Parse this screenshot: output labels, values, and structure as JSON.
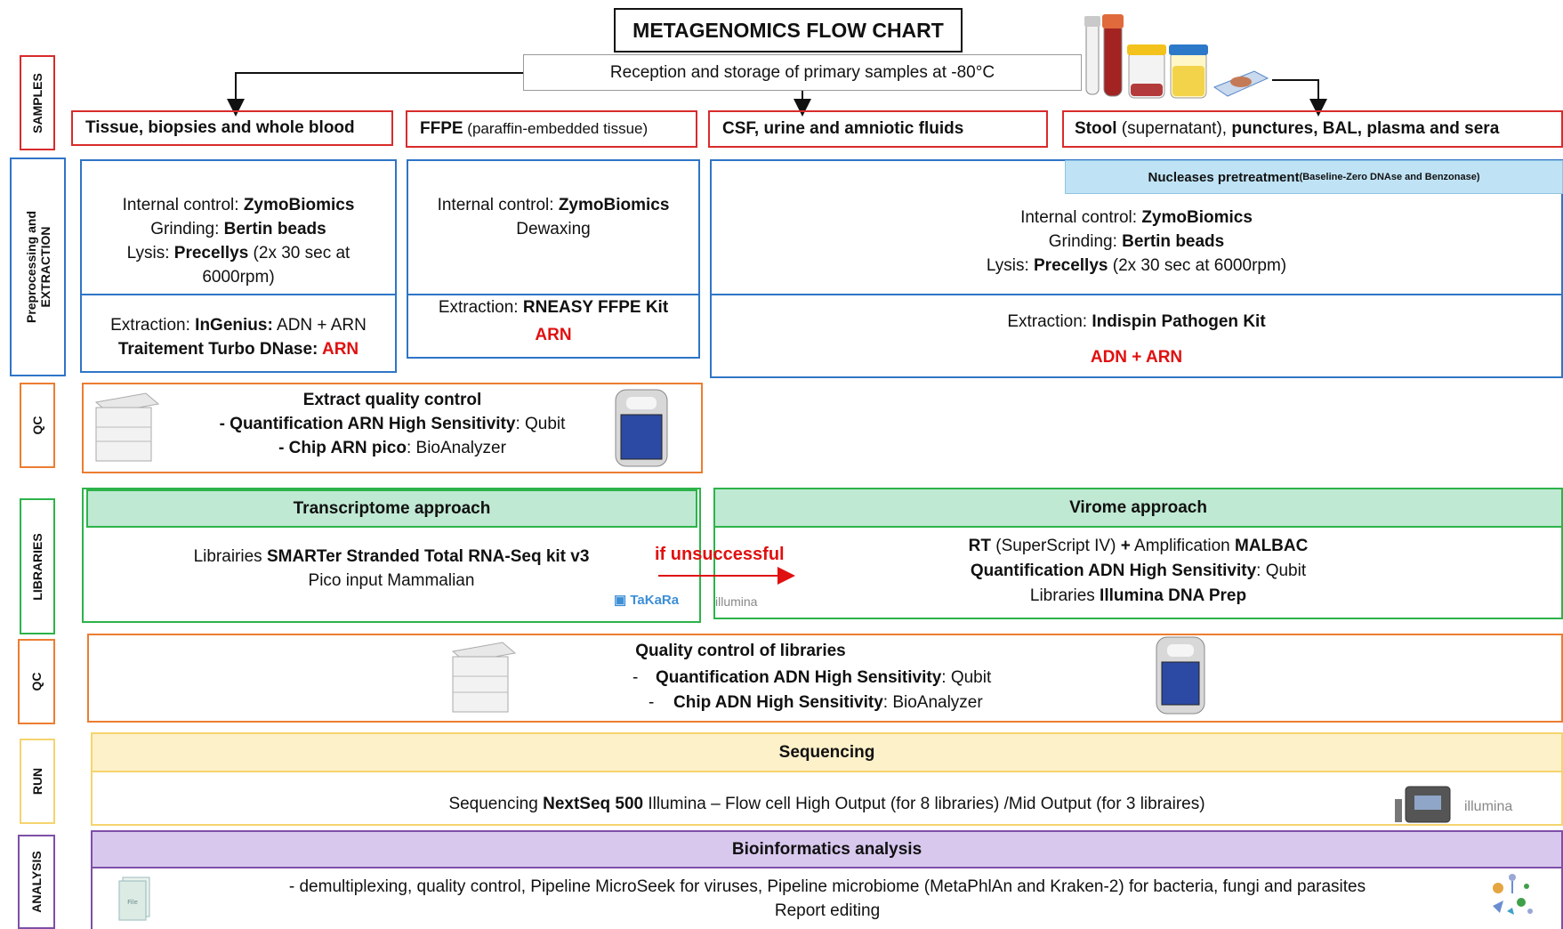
{
  "title": "METAGENOMICS FLOW CHART",
  "reception": "Reception and storage of primary samples at -80°C",
  "side_labels": {
    "samples": "SAMPLES",
    "extraction_line1": "Preprocessing and",
    "extraction_line2": "EXTRACTION",
    "qc1": "QC",
    "libraries": "LIBRARIES",
    "qc2": "QC",
    "run": "RUN",
    "analysis": "ANALYSIS"
  },
  "samples": {
    "s1_bold": "Tissue, biopsies and whole blood",
    "s2_bold": "FFPE",
    "s2_rest": " (paraffin-embedded tissue)",
    "s3_bold": "CSF, urine and amniotic fluids",
    "s4_a": "Stool",
    "s4_b": " (supernatant), ",
    "s4_c": "punctures, BAL, plasma and sera"
  },
  "extraction": {
    "col1": {
      "ic_label": "Internal control: ",
      "ic_value": "ZymoBiomics",
      "grind_label": "Grinding: ",
      "grind_value": "Bertin beads",
      "lysis_label": "Lysis: ",
      "lysis_value": "Precellys",
      "lysis_rest_1": " (2x 30 sec at",
      "lysis_rest_2": "6000rpm)",
      "ext_label": "Extraction: ",
      "ext_value": "InGenius:",
      "ext_rest": " ADN + ARN",
      "dnase_label": "Traitement Turbo DNase: ",
      "dnase_value": "ARN"
    },
    "col2": {
      "ic_label": "Internal control: ",
      "ic_value": "ZymoBiomics",
      "dewax": "Dewaxing",
      "ext_label": "Extraction: ",
      "ext_value": "RNEASY FFPE Kit",
      "result": "ARN"
    },
    "col3": {
      "nuclease_bold": "Nucleases pretreatment",
      "nuclease_small": " (Baseline-Zero DNAse and Benzonase)",
      "ic_label": "Internal control: ",
      "ic_value": "ZymoBiomics",
      "grind_label": "Grinding: ",
      "grind_value": "Bertin beads",
      "lysis_label": "Lysis: ",
      "lysis_value": "Precellys",
      "lysis_rest": " (2x 30 sec at 6000rpm)",
      "ext_label": "Extraction: ",
      "ext_value": "Indispin Pathogen Kit",
      "result": "ADN + ARN"
    }
  },
  "qc1": {
    "title": "Extract quality control",
    "line1_prefix": "- ",
    "line1_bold": "Quantification ARN High Sensitivity",
    "line1_rest": ": Qubit",
    "line2_prefix": "- ",
    "line2_bold": "Chip ARN pico",
    "line2_rest": ": BioAnalyzer"
  },
  "libraries": {
    "transcriptome_title": "Transcriptome approach",
    "t_line1_a": "Librairies ",
    "t_line1_b": "SMARTer Stranded Total RNA-Seq kit v3",
    "t_line2": "Pico input Mammalian",
    "takara": "TaKaRa",
    "if_unsuccessful": "if unsuccessful",
    "illumina1": "illumina",
    "virome_title": "Virome approach",
    "v_line1_a": "RT",
    "v_line1_b": " (SuperScript IV) ",
    "v_line1_c": "+",
    "v_line1_d": " Amplification ",
    "v_line1_e": "MALBAC",
    "v_line2_a": "Quantification ADN High Sensitivity",
    "v_line2_b": ": Qubit",
    "v_line3_a": "Libraries ",
    "v_line3_b": "Illumina DNA Prep"
  },
  "qc2": {
    "title": "Quality control of libraries",
    "line1_bold": "Quantification ADN High Sensitivity",
    "line1_rest": ": Qubit",
    "line2_bold": "Chip ADN High Sensitivity",
    "line2_rest": ": BioAnalyzer",
    "bullet": "-"
  },
  "run": {
    "title": "Sequencing",
    "line_a": "Sequencing ",
    "line_b": "NextSeq 500",
    "line_c": " Illumina – Flow cell High Output (for 8 libraries) /Mid Output (for 3 libraires)",
    "illumina": "illumina"
  },
  "analysis": {
    "title": "Bioinformatics analysis",
    "line1": "- demultiplexing, quality control, Pipeline MicroSeek for viruses, Pipeline microbiome (MetaPhlAn and Kraken-2) for bacteria, fungi and parasites",
    "line2": "Report editing",
    "file_label": "File"
  },
  "colors": {
    "red_border": "#d92b2b",
    "blue_border": "#2f75c6",
    "orange_border": "#ec7d31",
    "green_border": "#2db34a",
    "green_fill": "#bfe9d3",
    "light_blue_fill": "#bfe3f5",
    "yellow_border": "#f5d46e",
    "yellow_fill": "#fdf1c9",
    "purple_border": "#7e4fa8",
    "purple_fill": "#d8c8ee",
    "highlight_red": "#e01010"
  }
}
